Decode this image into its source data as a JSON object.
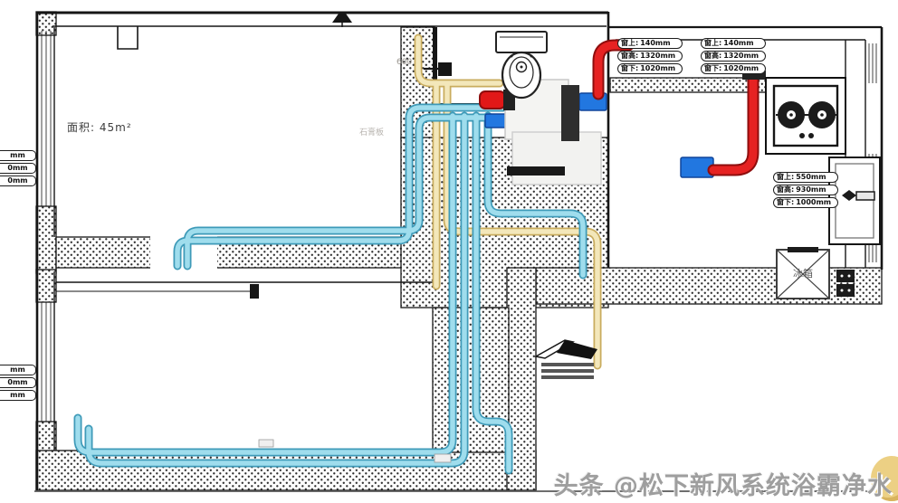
{
  "watermark": {
    "text": "头条 @松下新风系统浴霸净水"
  },
  "plan": {
    "area_label": "面积: 45m²",
    "material_note": "石膏板",
    "wall_dim": "600",
    "fridge_label": "冰箱",
    "window_groups": {
      "top1": {
        "rows": [
          {
            "label": "窗上:",
            "value": "140mm"
          },
          {
            "label": "窗高:",
            "value": "1320mm"
          },
          {
            "label": "窗下:",
            "value": "1020mm"
          }
        ]
      },
      "top2": {
        "rows": [
          {
            "label": "窗上:",
            "value": "140mm"
          },
          {
            "label": "窗高:",
            "value": "1320mm"
          },
          {
            "label": "窗下:",
            "value": "1020mm"
          }
        ]
      },
      "kitchen": {
        "rows": [
          {
            "label": "窗上:",
            "value": "550mm"
          },
          {
            "label": "窗高:",
            "value": "930mm"
          },
          {
            "label": "窗下:",
            "value": "1000mm"
          }
        ]
      },
      "left_top": {
        "rows": [
          {
            "value": "mm"
          },
          {
            "value": "0mm"
          },
          {
            "value": "0mm"
          }
        ]
      },
      "left_bottom": {
        "rows": [
          {
            "value": "mm"
          },
          {
            "value": "0mm"
          },
          {
            "value": "mm"
          }
        ]
      }
    },
    "colors": {
      "supply_duct": "#9fdded",
      "return_duct": "#f3e7ba",
      "exhaust_pipe": "#e62222",
      "connector": "#2277e0",
      "wall": "#161616"
    }
  }
}
